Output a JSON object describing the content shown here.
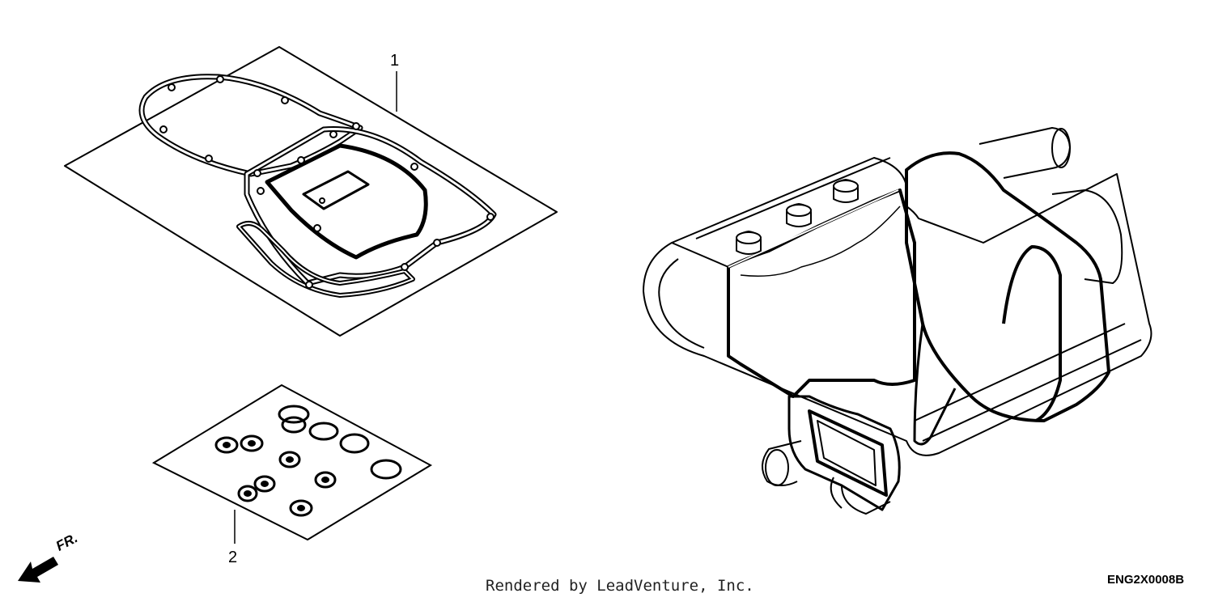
{
  "parts": [
    {
      "callout": "1"
    },
    {
      "callout": "2"
    }
  ],
  "front_indicator": "FR.",
  "diagram_code": "ENG2X0008B",
  "render_credit": "Rendered by LeadVenture, Inc."
}
